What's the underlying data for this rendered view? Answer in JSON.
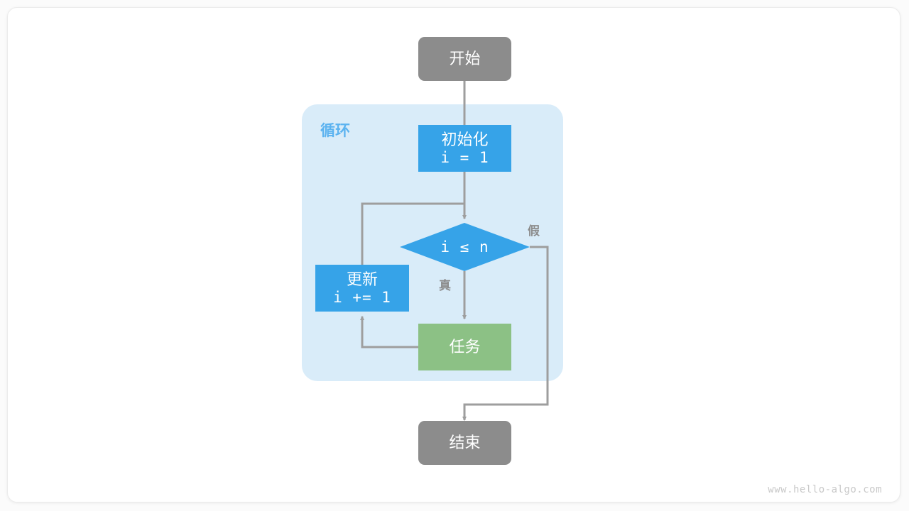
{
  "diagram": {
    "title": "for-loop-flowchart",
    "watermark": "www.hello-algo.com",
    "colors": {
      "start_end_fill": "#8c8c8c",
      "process_fill": "#36a3e8",
      "decision_fill": "#36a3e8",
      "task_fill": "#8cc185",
      "loop_container_fill": "#d9ecf9",
      "loop_label_color": "#5cb3f0",
      "edge_color": "#9e9e9e",
      "edge_label_color": "#8c8c8c",
      "card_background": "#ffffff",
      "page_background": "#fbfbfb"
    },
    "loop_container": {
      "label": "循环"
    },
    "nodes": [
      {
        "id": "start",
        "shape": "rounded-rect",
        "label_cn": "开始",
        "label_mono": ""
      },
      {
        "id": "init",
        "shape": "rect",
        "label_cn": "初始化",
        "label_mono": "i = 1"
      },
      {
        "id": "cond",
        "shape": "diamond",
        "label_cn": "",
        "label_mono": "i ≤ n"
      },
      {
        "id": "update",
        "shape": "rect",
        "label_cn": "更新",
        "label_mono": "i += 1"
      },
      {
        "id": "task",
        "shape": "rect",
        "label_cn": "任务",
        "label_mono": ""
      },
      {
        "id": "end",
        "shape": "rounded-rect",
        "label_cn": "结束",
        "label_mono": ""
      }
    ],
    "edge_labels": [
      {
        "id": "true-label",
        "text": "真"
      },
      {
        "id": "false-label",
        "text": "假"
      }
    ]
  }
}
